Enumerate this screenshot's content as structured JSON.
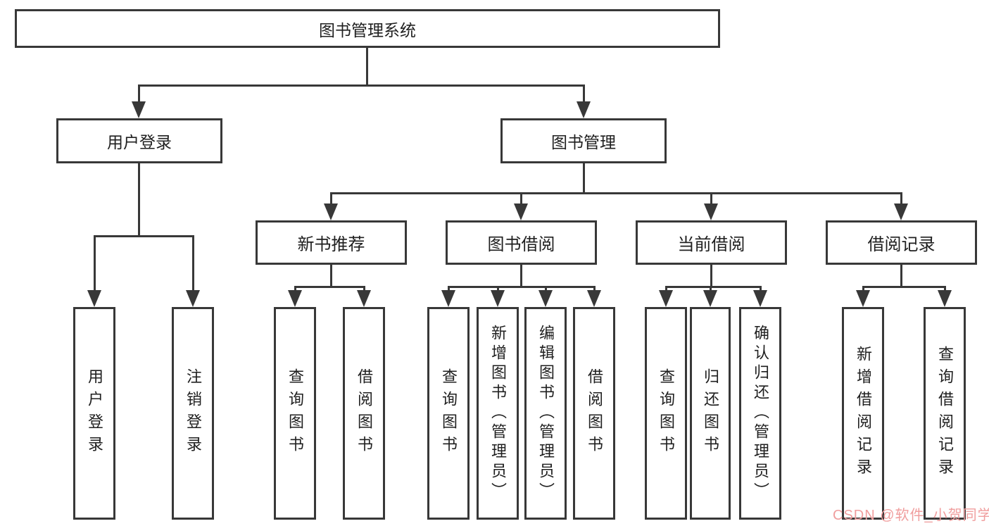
{
  "diagram": {
    "watermark": "CSDN @软件_小贺同学",
    "colors": {
      "line": "#383838",
      "text": "#1f1f1f",
      "watermark": "#f09e9e",
      "background": "#ffffff"
    },
    "nodes": {
      "root": "图书管理系统",
      "user_login": "用户登录",
      "book_mgmt": "图书管理",
      "new_book_recommend": "新书推荐",
      "book_borrow": "图书借阅",
      "current_borrow": "当前借阅",
      "borrow_records": "借阅记录"
    },
    "leaves": {
      "user": [
        "用户登录",
        "注销登录"
      ],
      "recommend": [
        "查询图书",
        "借阅图书"
      ],
      "borrow": [
        "查询图书",
        "新增图书（管理员）",
        "编辑图书（管理员）",
        "借阅图书"
      ],
      "current": [
        "查询图书",
        "归还图书",
        "确认归还（管理员）"
      ],
      "records": [
        "新增借阅记录",
        "查询借阅记录"
      ]
    }
  }
}
